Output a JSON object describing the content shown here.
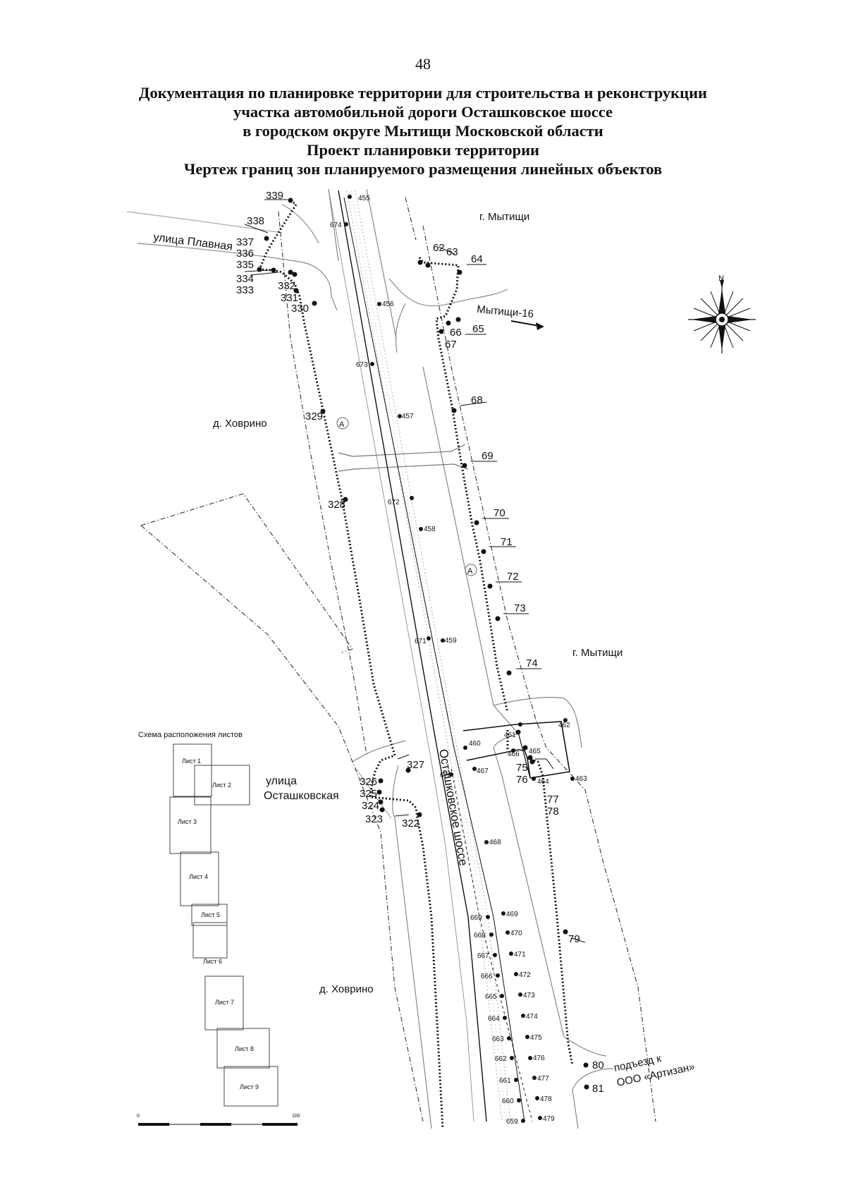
{
  "page_number": "48",
  "title_lines": [
    "Документация по планировке территории для строительства и реконструкции",
    "участка автомобильной дороги Осташковское шоссе",
    "в городском округе Мытищи Московской области",
    "Проект планировки территории",
    "Чертеж границ зон планируемого размещения линейных объектов"
  ],
  "place_labels": {
    "mytishchi_top": "г. Мытищи",
    "mytishchi_mid": "г. Мытищи",
    "khovrino_top": "д. Ховрино",
    "khovrino_bottom": "д. Ховрино",
    "ulitsa_plavnaya": "улица Плавная",
    "ulitsa_ostashkovskaya_1": "улица",
    "ulitsa_ostashkovskaya_2": "Осташковская",
    "ostashkovskoe_shosse": "Осташковское шоссе",
    "mytishchi_16": "Мытищи-16",
    "podezd_1": "подъезд к",
    "podezd_2": "ООО «Артизан»"
  },
  "compass": {
    "north_label": "N",
    "icon": "compass-rose-icon"
  },
  "point_labels": {
    "p339": "339",
    "p338": "338",
    "p337": "337",
    "p336": "336",
    "p335": "335",
    "p334": "334",
    "p333": "333",
    "p332": "332",
    "p331": "331",
    "p330": "330",
    "p329": "329",
    "p328": "328",
    "p327": "327",
    "p326": "326",
    "p325": "325",
    "p324": "324",
    "p323": "323",
    "p322": "322",
    "p62": "62",
    "p63": "63",
    "p64": "64",
    "p65": "65",
    "p66": "66",
    "p67": "67",
    "p68": "68",
    "p69": "69",
    "p70": "70",
    "p71": "71",
    "p72": "72",
    "p73": "73",
    "p74": "74",
    "p75": "75",
    "p76": "76",
    "p77": "77",
    "p78": "78",
    "p79": "79",
    "p80": "80",
    "p81": "81",
    "p455": "455",
    "p456": "456",
    "p457": "457",
    "p458": "458",
    "p459": "459",
    "p460": "460",
    "p461": "461",
    "p462": "462",
    "p463": "463",
    "p464": "464",
    "p465": "465",
    "p466": "466",
    "p467": "467",
    "p468": "468",
    "p469": "469",
    "p470": "470",
    "p471": "471",
    "p472": "472",
    "p473": "473",
    "p474": "474",
    "p475": "475",
    "p476": "476",
    "p477": "477",
    "p478": "478",
    "p479": "479",
    "p674": "674",
    "p673": "673",
    "p672": "672",
    "p671": "671",
    "p670": "670",
    "p669": "669",
    "p668": "668",
    "p667": "667",
    "p666": "666",
    "p665": "665",
    "p664": "664",
    "p663": "663",
    "p662": "662",
    "p661": "661",
    "p660": "660",
    "p659": "659"
  },
  "inset": {
    "title": "Схема расположения листов",
    "sheets": [
      "Лист 1",
      "Лист 2",
      "Лист 3",
      "Лист 4",
      "Лист 5",
      "Лист 6",
      "Лист 7",
      "Лист 8",
      "Лист 9"
    ],
    "scale_start": "0",
    "scale_end": "100"
  }
}
